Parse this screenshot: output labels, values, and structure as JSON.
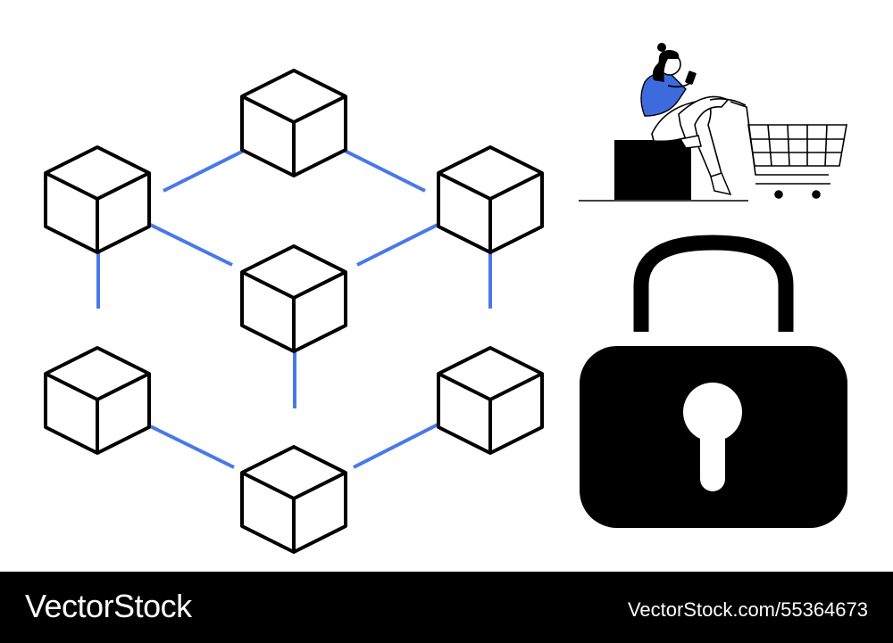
{
  "colors": {
    "background": "#ffffff",
    "outline": "#000000",
    "link": "#4a78e8",
    "accent_blue": "#3d6bde",
    "footer": "#000000"
  },
  "icons": [
    "cube-icon",
    "padlock-icon",
    "shopping-cart-icon",
    "person-with-phone-illustration"
  ],
  "footer": {
    "brand": "VectorStock",
    "image_ref": "VectorStock.com/55364673"
  }
}
